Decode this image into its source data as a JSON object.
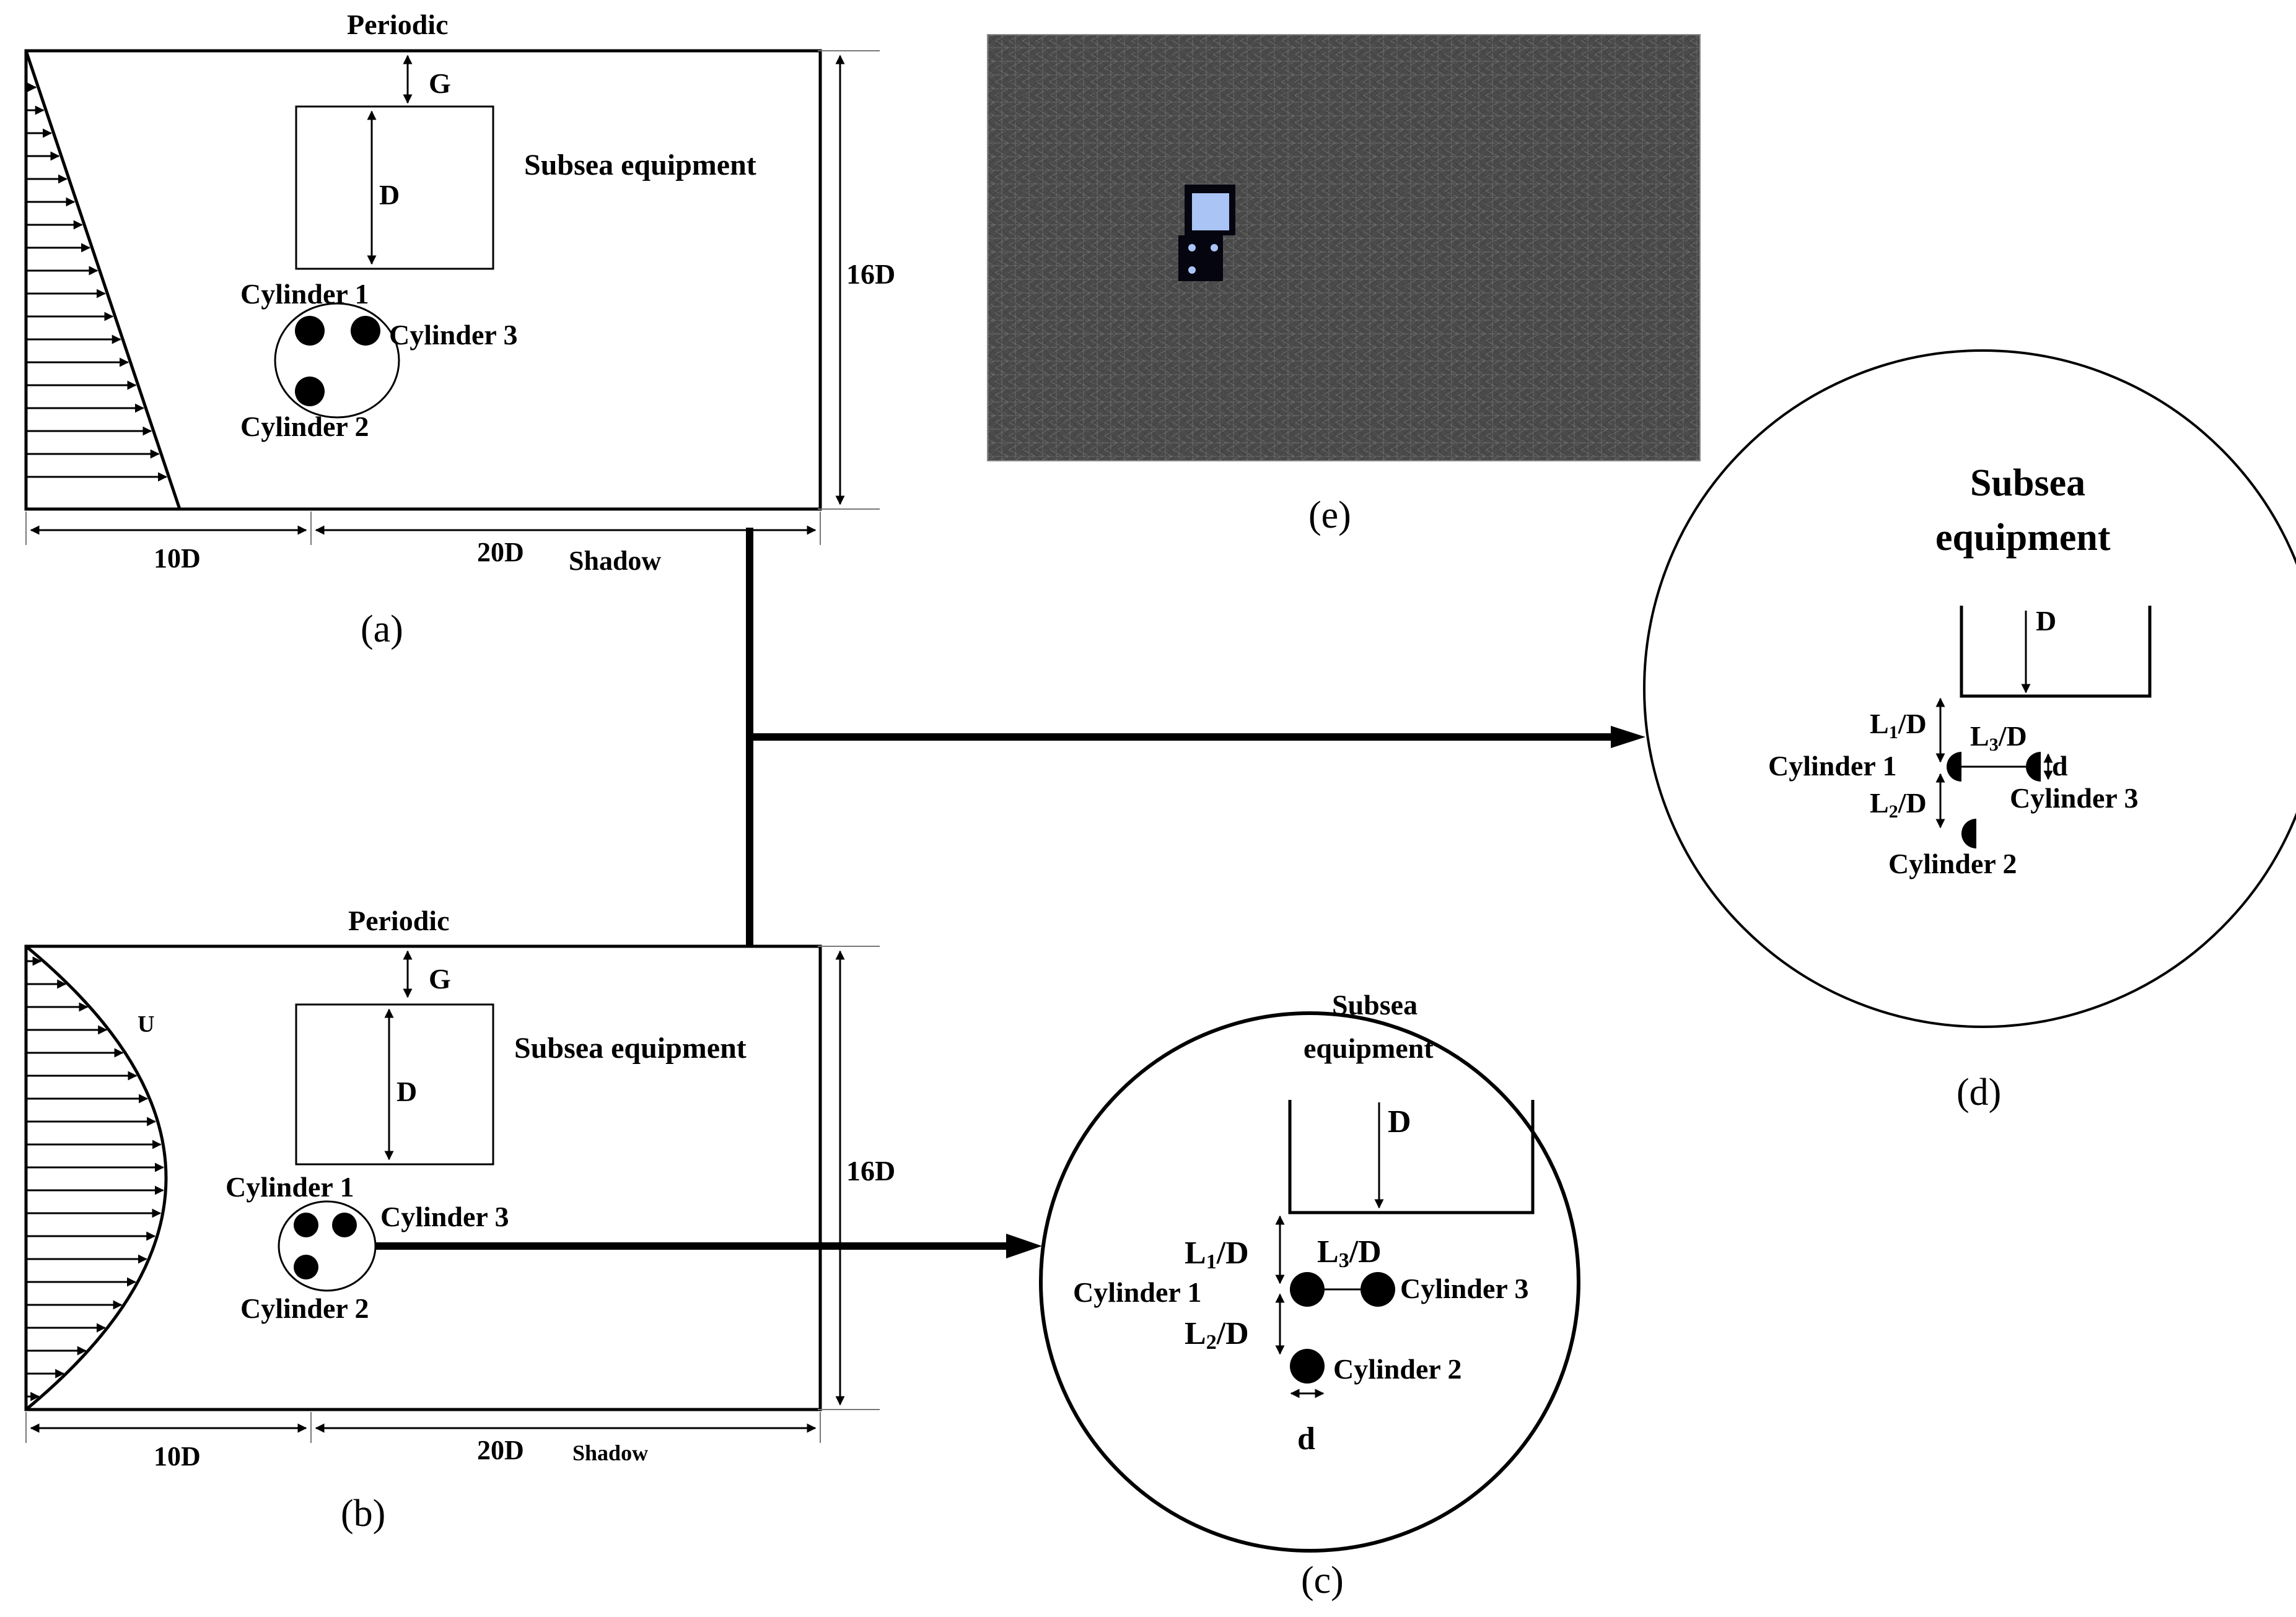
{
  "panel_a": {
    "periodic": "Periodic",
    "gap": "G",
    "box_dim": "D",
    "equipment": "Subsea equipment",
    "height": "16D",
    "cyl1": "Cylinder 1",
    "cyl2": "Cylinder 2",
    "cyl3": "Cylinder 3",
    "upstream": "10D",
    "downstream": "20D",
    "shadow": "Shadow",
    "caption": "(a)"
  },
  "panel_b": {
    "periodic": "Periodic",
    "gap": "G",
    "velocity": "U",
    "box_dim": "D",
    "equipment": "Subsea equipment",
    "height": "16D",
    "cyl1": "Cylinder 1",
    "cyl2": "Cylinder 2",
    "cyl3": "Cylinder 3",
    "upstream": "10D",
    "downstream": "20D",
    "shadow": "Shadow",
    "caption": "(b)"
  },
  "panel_c": {
    "title_line1": "Subsea",
    "title_line2": "equipment",
    "box_dim": "D",
    "l1": "L",
    "l1_sub": "1",
    "l2": "L",
    "l2_sub": "2",
    "l3": "L",
    "l3_sub": "3",
    "over_d": "/D",
    "cyl1": "Cylinder 1",
    "cyl2": "Cylinder 2",
    "cyl3": "Cylinder 3",
    "diameter": "d",
    "caption": "(c)"
  },
  "panel_d": {
    "title_line1": "Subsea",
    "title_line2": "equipment",
    "box_dim": "D",
    "l1": "L",
    "l1_sub": "1",
    "l2": "L",
    "l2_sub": "2",
    "l3": "L",
    "l3_sub": "3",
    "over_d": "/D",
    "cyl1": "Cylinder 1",
    "cyl2": "Cylinder 2",
    "cyl3": "Cylinder 3",
    "diameter": "d",
    "caption": "(d)"
  },
  "panel_e": {
    "caption": "(e)",
    "mesh_color": "#4a4a4a",
    "body_color": "#a9c4f5"
  }
}
